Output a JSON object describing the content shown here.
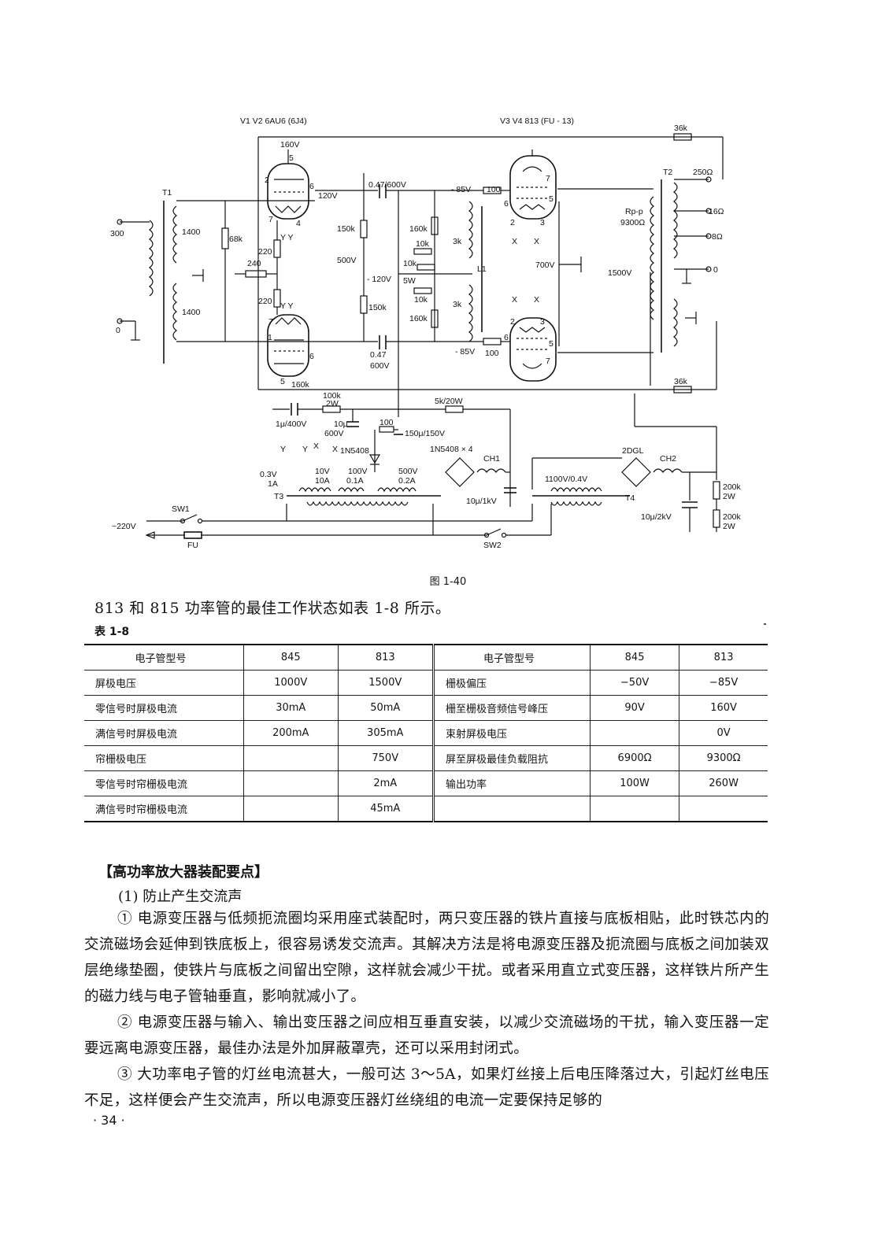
{
  "figure": {
    "caption": "图  1-40",
    "tube_labels": {
      "v1v2": "V1 V2 6AU6 (6J4)",
      "v3v4": "V3 V4 813 (FU - 13)"
    },
    "labels": {
      "r36k_top": "36k",
      "v160": "160V",
      "v120": "120V",
      "cap_047_600": "0.47/600V",
      "neg85_top": "- 85V",
      "r100_top": "100",
      "t2": "T2",
      "out250": "250Ω",
      "out16": "16Ω",
      "out8": "8Ω",
      "out0": "0",
      "rpp": "Rp-p",
      "rpp_val": "9300Ω",
      "v1500": "1500V",
      "v700": "700V",
      "t1": "T1",
      "in300": "300",
      "in0": "0",
      "w1400a": "1400",
      "w1400b": "1400",
      "r68k": "68k",
      "r240": "240",
      "r220a": "220",
      "r220b": "220",
      "r150k_a": "150k",
      "r150k_b": "150k",
      "v500": "500V",
      "neg120": "- 120V",
      "r160k_a": "160k",
      "r160k_b": "160k",
      "r10k_a": "10k",
      "r10k_b": "10k",
      "r10k_c": "10k",
      "sw5": "5W",
      "r3k_a": "3k",
      "r3k_b": "3k",
      "l1": "L1",
      "neg85_bot": "- 85V",
      "r100_bot": "100",
      "cap_047": "0.47",
      "v600": "600V",
      "r160k_c": "160k",
      "r100k": "100k",
      "r100k_w": "2W",
      "r36k_bot": "36k",
      "c1u": "1μ/400V",
      "c10u": "10μ",
      "c10u_v": "600V",
      "r5k": "5k/20W",
      "r100_c": "100",
      "c150u": "150μ/150V",
      "d1n5408": "1N5408",
      "bridge1": "1N5408 × 4",
      "ch1": "CH1",
      "dzgl": "2DGL",
      "ch2": "CH2",
      "v03": "0.3V",
      "a1": "1A",
      "v10": "10V",
      "a10": "10A",
      "v100": "100V",
      "a01": "0.1A",
      "v500b": "500V",
      "a02": "0.2A",
      "v1100": "1100V/0.4V",
      "t3": "T3",
      "t4": "T4",
      "c10u1k": "10μ/1kV",
      "c10u2k": "10μ/2kV",
      "r200k_a": "200k",
      "r200k_a_w": "2W",
      "r200k_b": "200k",
      "r200k_b_w": "2W",
      "sw1": "SW1",
      "sw2": "SW2",
      "ac220": "~220V",
      "fu": "FU"
    }
  },
  "intro": "813 和 815 功率管的最佳工作状态如表 1-8 所示。",
  "table_title": "表 1-8",
  "table": {
    "header": [
      "电子管型号",
      "845",
      "813",
      "电子管型号",
      "845",
      "813"
    ],
    "rows": [
      [
        "屏极电压",
        "1000V",
        "1500V",
        "栅极偏压",
        "−50V",
        "−85V"
      ],
      [
        "零信号时屏极电流",
        "30mA",
        "50mA",
        "栅至栅极音频信号峰压",
        "90V",
        "160V"
      ],
      [
        "满信号时屏极电流",
        "200mA",
        "305mA",
        "束射屏极电压",
        "",
        "0V"
      ],
      [
        "帘栅极电压",
        "",
        "750V",
        "屏至屏极最佳负载阻抗",
        "6900Ω",
        "9300Ω"
      ],
      [
        "零信号时帘栅极电流",
        "",
        "2mA",
        "输出功率",
        "100W",
        "260W"
      ],
      [
        "满信号时帘栅极电流",
        "",
        "45mA",
        "",
        "",
        ""
      ]
    ]
  },
  "section_title": "【高功率放大器装配要点】",
  "subsection": "(1) 防止产生交流声",
  "paragraphs": [
    "① 电源变压器与低频扼流圈均采用座式装配时，两只变压器的铁片直接与底板相贴，此时铁芯内的交流磁场会延伸到铁底板上，很容易诱发交流声。其解决方法是将电源变压器及扼流圈与底板之间加装双层绝缘垫圈，使铁片与底板之间留出空隙，这样就会减少干扰。或者采用直立式变压器，这样铁片所产生的磁力线与电子管轴垂直，影响就减小了。",
    "② 电源变压器与输入、输出变压器之间应相互垂直安装，以减少交流磁场的干扰，输入变压器一定要远离电源变压器，最佳办法是外加屏蔽罩壳，还可以采用封闭式。",
    "③ 大功率电子管的灯丝电流甚大，一般可达 3～5A，如果灯丝接上后电压降落过大，引起灯丝电压不足，这样便会产生交流声，所以电源变压器灯丝绕组的电流一定要保持足够的"
  ],
  "page_number": "· 34 ·"
}
